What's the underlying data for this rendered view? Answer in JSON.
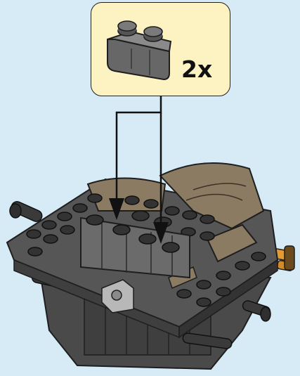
{
  "callout": {
    "quantity_label": "2x",
    "part_icon": "brick-1x2-dark-gray-icon"
  },
  "colors": {
    "background": "#d6ebf6",
    "callout_fill": "#fdf2c2",
    "dark_gray": "#6b6b6b",
    "tan": "#8b7b62",
    "orange_accent": "#e59a2f"
  },
  "arrows": {
    "count": 2,
    "direction": "down"
  }
}
